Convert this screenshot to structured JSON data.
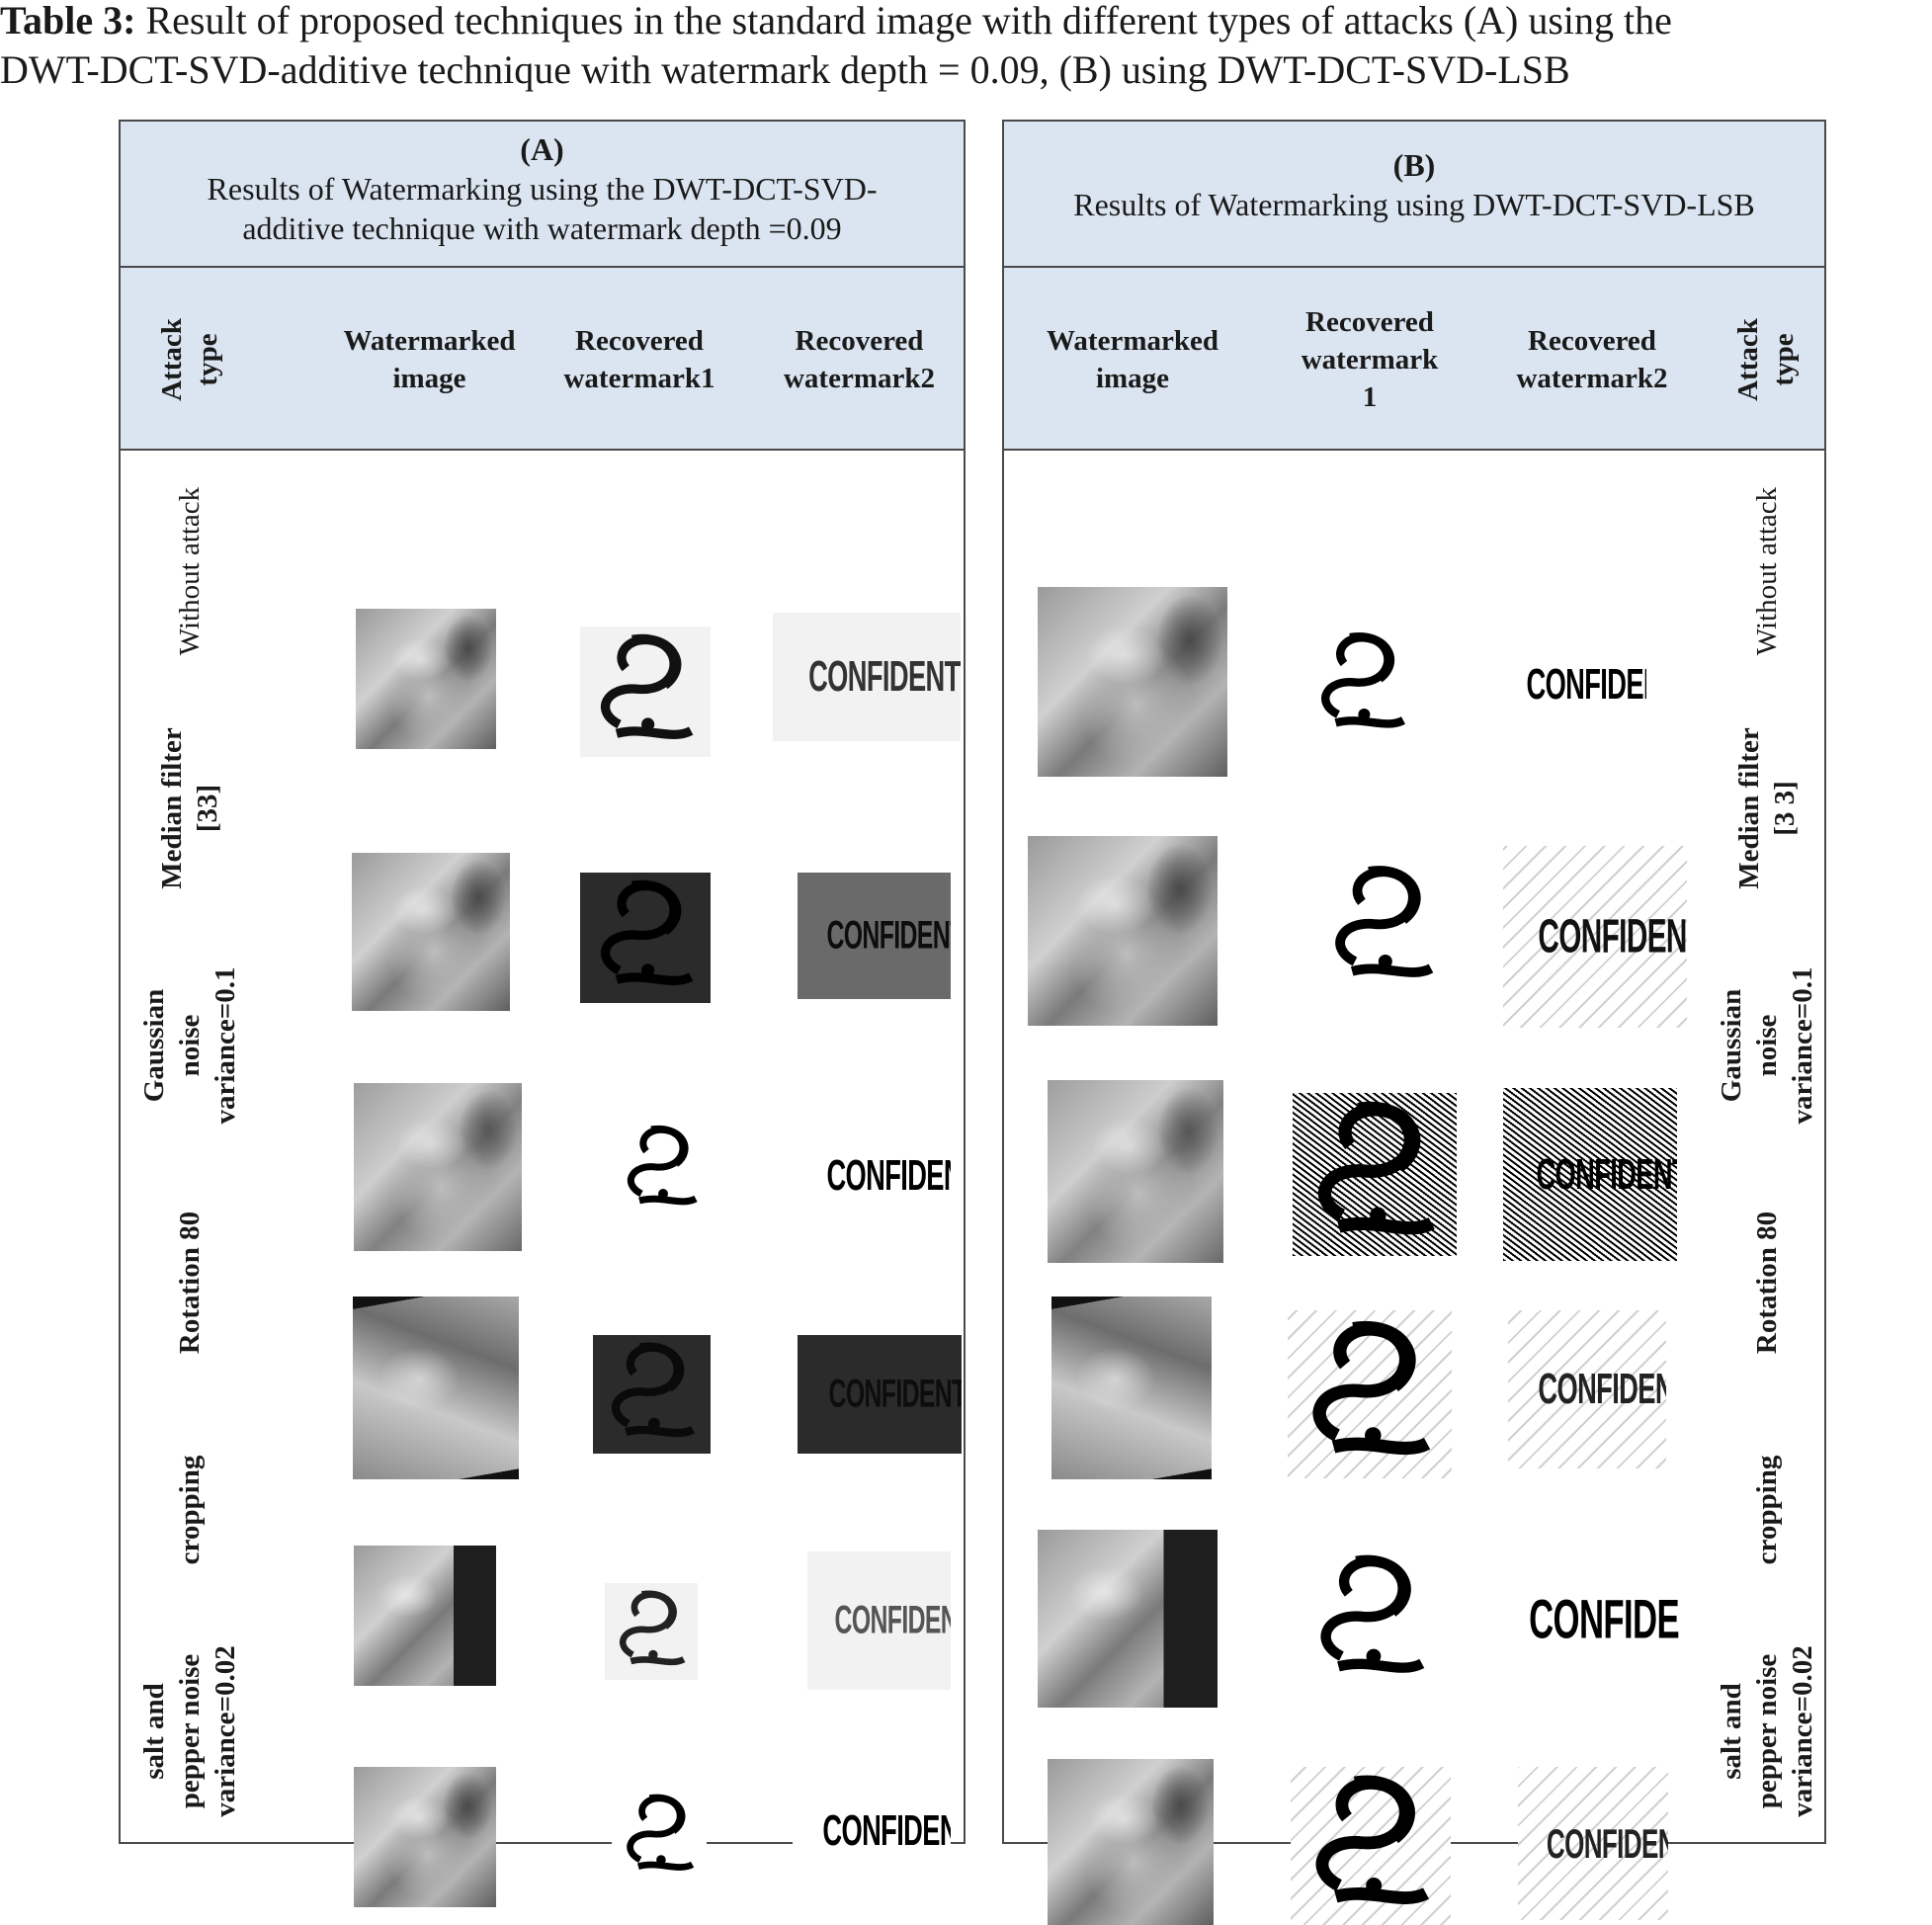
{
  "caption": {
    "label": "Table 3:",
    "line1": "Result of proposed techniques in the standard image with different types of attacks (A) using the",
    "line2": "DWT-DCT-SVD-additive technique with watermark depth = 0.09, (B) using DWT-DCT-SVD-LSB"
  },
  "panel_a": {
    "letter": "(A)",
    "title_line1": "Results of Watermarking using the DWT-DCT-SVD-",
    "title_line2": "additive technique with watermark depth =0.09",
    "headers": {
      "attack_type": "Attack type",
      "watermarked_l1": "Watermarked",
      "watermarked_l2": "image",
      "rw1_l1": "Recovered",
      "rw1_l2": "watermark1",
      "rw2_l1": "Recovered",
      "rw2_l2": "watermark2"
    }
  },
  "panel_b": {
    "letter": "(B)",
    "title": "Results of Watermarking using DWT-DCT-SVD-LSB",
    "headers": {
      "watermarked_l1": "Watermarked",
      "watermarked_l2": "image",
      "rw1_l1": "Recovered",
      "rw1_l2": "watermark",
      "rw1_l3": "1",
      "rw2_l1": "Recovered",
      "rw2_l2": "watermark2",
      "attack_type": "Attack type"
    }
  },
  "rows": [
    {
      "a_l1": "Without attack",
      "a_l2": "",
      "a_l3": "",
      "b_l1": "Without attack",
      "b_l2": "",
      "b_l3": ""
    },
    {
      "a_l1": "Median filter",
      "a_l2": "[33]",
      "a_l3": "",
      "b_l1": "Median filter",
      "b_l2": "[3 3]",
      "b_l3": ""
    },
    {
      "a_l1": "Gaussian",
      "a_l2": "noise",
      "a_l3": "variance=0.1",
      "b_l1": "Gaussian",
      "b_l2": "noise",
      "b_l3": "variance=0.1"
    },
    {
      "a_l1": "Rotation 80",
      "a_l2": "",
      "a_l3": "",
      "b_l1": "Rotation 80",
      "b_l2": "",
      "b_l3": ""
    },
    {
      "a_l1": "cropping",
      "a_l2": "",
      "a_l3": "",
      "b_l1": "cropping",
      "b_l2": "",
      "b_l3": ""
    },
    {
      "a_l1": "salt and",
      "a_l2": "pepper noise",
      "a_l3": "variance=0.02",
      "b_l1": "salt and",
      "b_l2": "pepper noise",
      "b_l3": "variance=0.02"
    }
  ],
  "watermark_text": "CONFIDENTIAL",
  "colors": {
    "header_bg": "#dbe5f1",
    "border": "#4a4a4a"
  }
}
